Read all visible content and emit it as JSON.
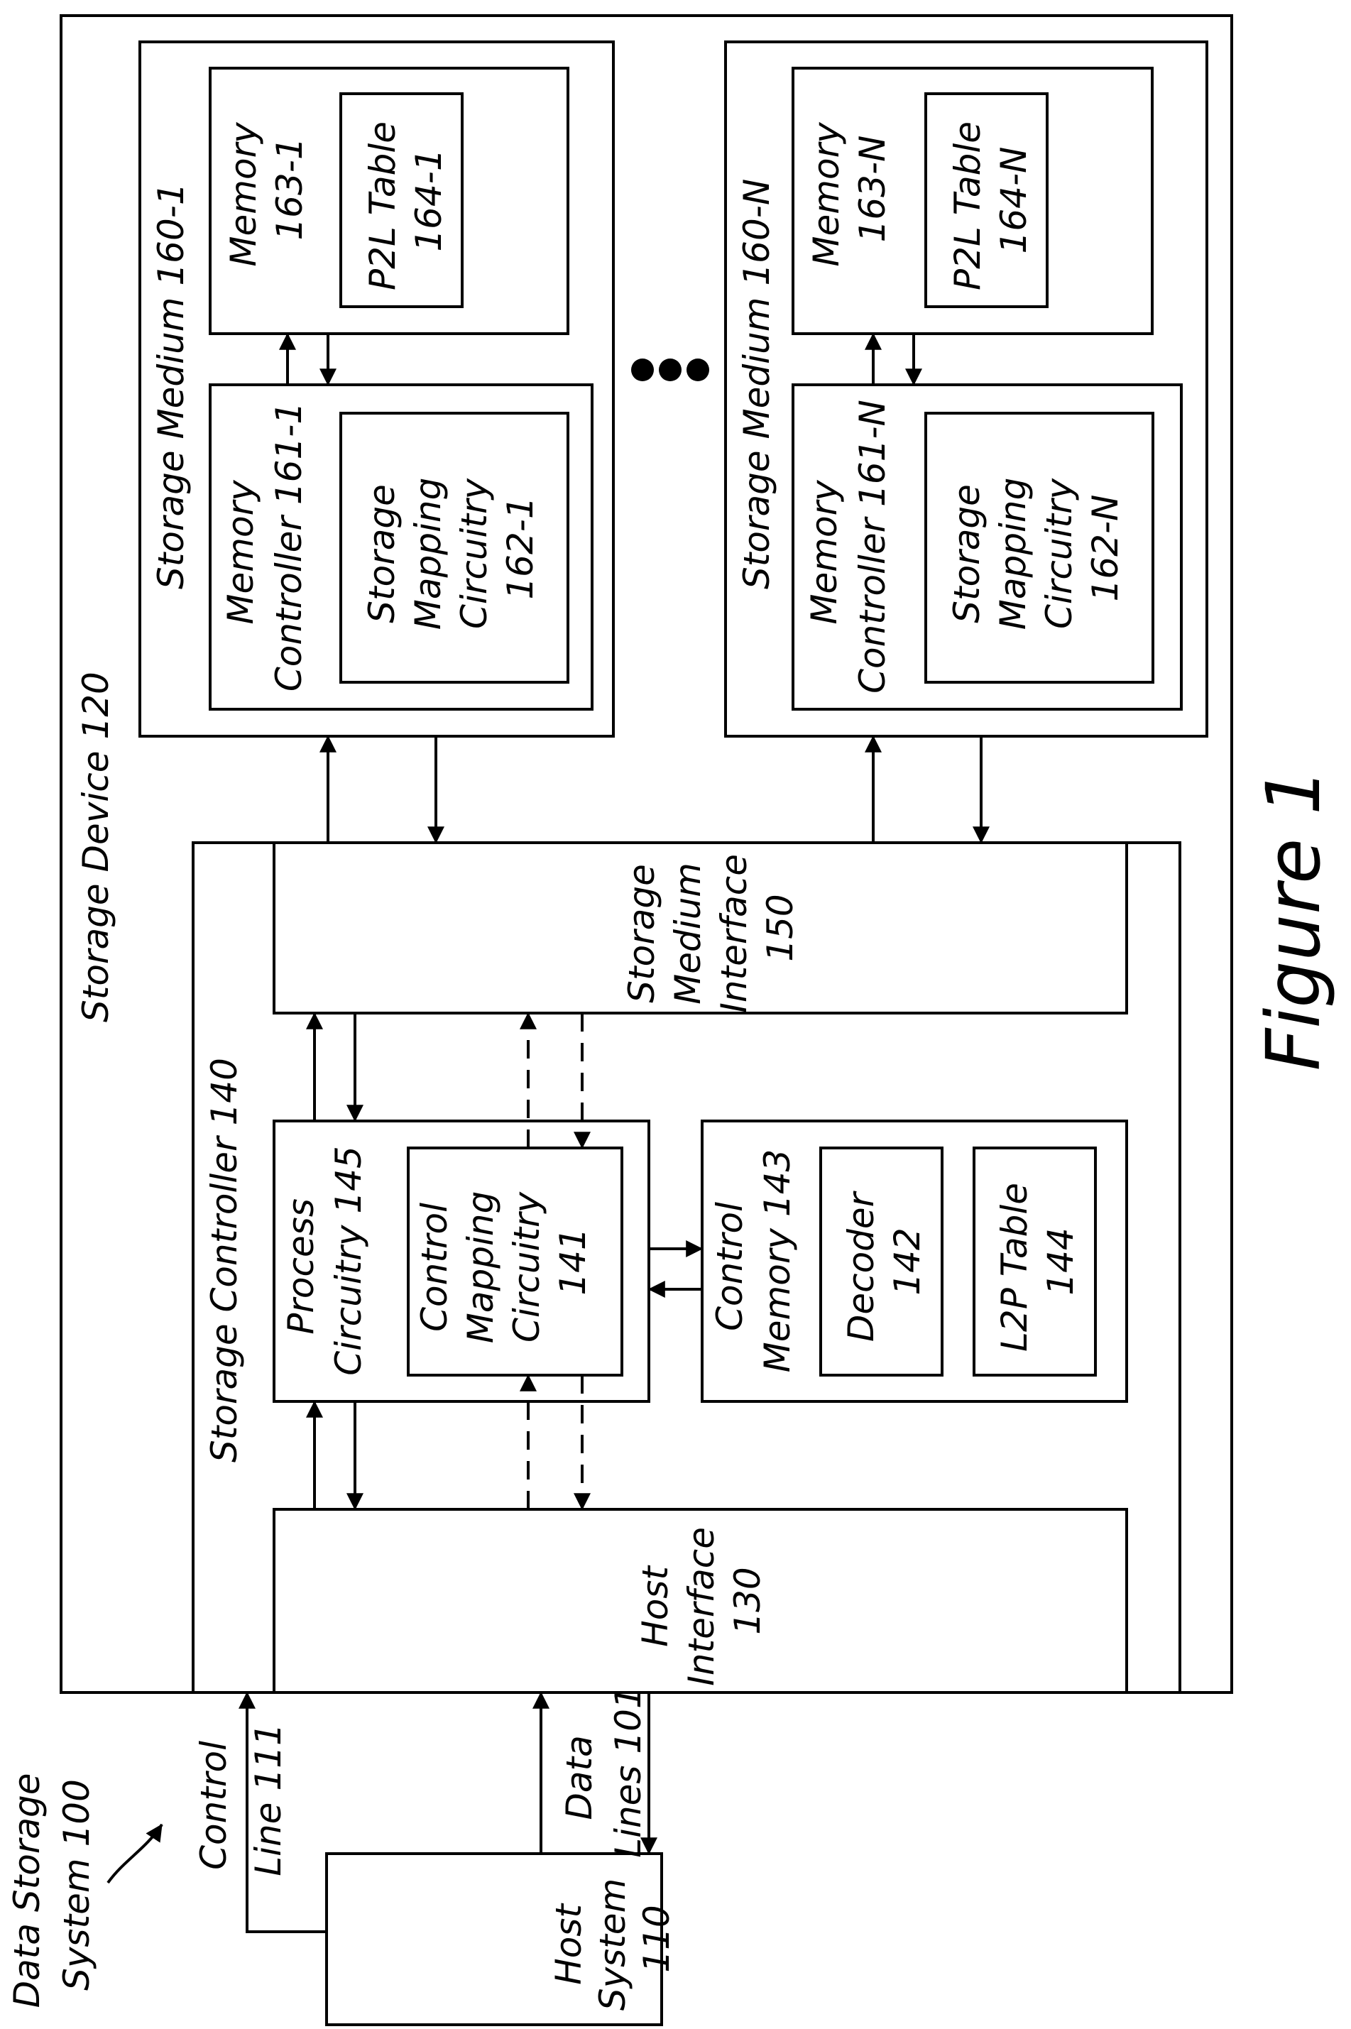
{
  "figure_label": "Figure 1",
  "data_storage_system": {
    "line1": "Data Storage",
    "line2": "System 100"
  },
  "host_system": {
    "line1": "Host",
    "line2": "System",
    "line3": "110"
  },
  "control_line": {
    "line1": "Control",
    "line2": "Line 111"
  },
  "data_lines": {
    "line1": "Data",
    "line2": "Lines 101"
  },
  "storage_device": {
    "label": "Storage Device 120"
  },
  "storage_controller": {
    "label": "Storage Controller 140"
  },
  "host_interface": {
    "line1": "Host",
    "line2": "Interface",
    "line3": "130"
  },
  "storage_medium_interface": {
    "line1": "Storage",
    "line2": "Medium",
    "line3": "Interface",
    "line4": "150"
  },
  "process_circuitry": {
    "line1": "Process",
    "line2": "Circuitry 145"
  },
  "control_mapping_circuitry": {
    "line1": "Control",
    "line2": "Mapping",
    "line3": "Circuitry",
    "line4": "141"
  },
  "control_memory": {
    "line1": "Control",
    "line2": "Memory 143"
  },
  "decoder": {
    "line1": "Decoder",
    "line2": "142"
  },
  "l2p_table": {
    "line1": "L2P Table",
    "line2": "144"
  },
  "storage_medium_1": {
    "label": "Storage Medium 160-1",
    "memory_controller": {
      "line1": "Memory",
      "line2": "Controller 161-1"
    },
    "storage_mapping": {
      "line1": "Storage",
      "line2": "Mapping",
      "line3": "Circuitry",
      "line4": "162-1"
    },
    "memory": {
      "line1": "Memory",
      "line2": "163-1"
    },
    "p2l_table": {
      "line1": "P2L Table",
      "line2": "164-1"
    }
  },
  "storage_medium_n": {
    "label": "Storage Medium 160-N",
    "memory_controller": {
      "line1": "Memory",
      "line2": "Controller 161-N"
    },
    "storage_mapping": {
      "line1": "Storage",
      "line2": "Mapping",
      "line3": "Circuitry",
      "line4": "162-N"
    },
    "memory": {
      "line1": "Memory",
      "line2": "163-N"
    },
    "p2l_table": {
      "line1": "P2L Table",
      "line2": "164-N"
    }
  }
}
